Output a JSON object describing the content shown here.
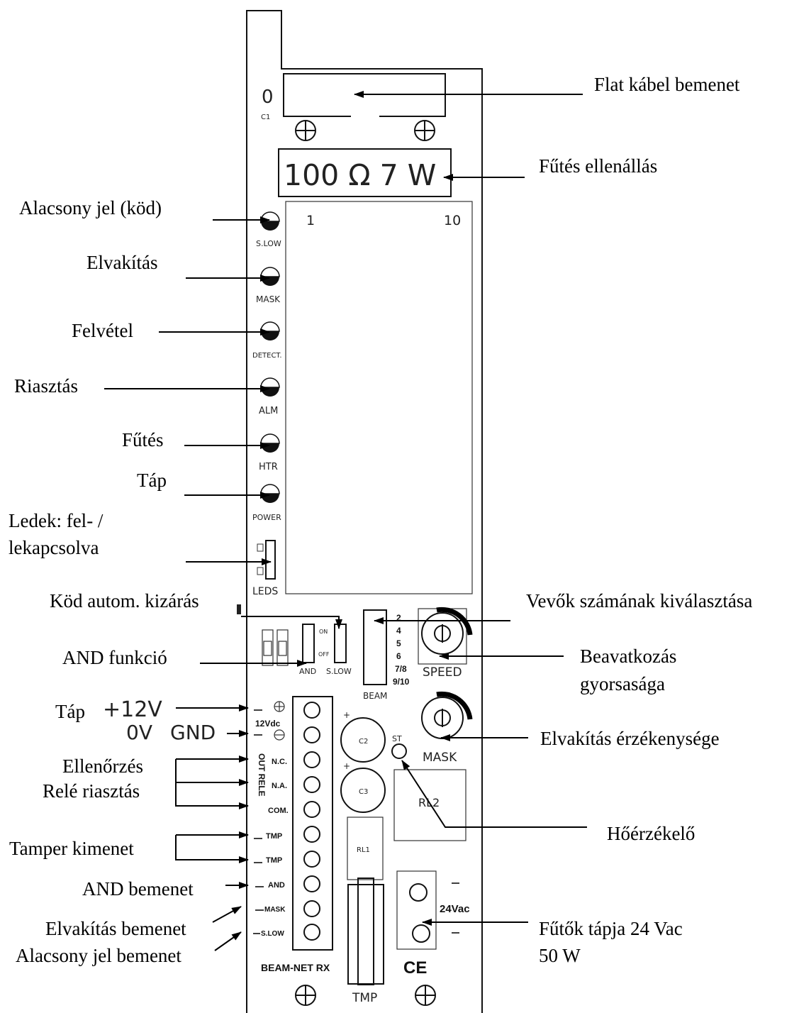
{
  "callouts": {
    "flat_cable": "Flat kábel bemenet",
    "heater_resistor": "Fűtés ellenállás",
    "slow_signal": "Alacsony jel (köd)",
    "masking": "Elvakítás",
    "detect": "Felvétel",
    "alarm": "Riasztás",
    "heating": "Fűtés",
    "power": "Táp",
    "leds_line1": "Ledek: fel- /",
    "leds_line2": "lekapcsolva",
    "fog_exclusion": "Köd autom. kizárás",
    "and_function": "AND funkció",
    "receiver_count": "Vevők számának kiválasztása",
    "speed_line1": "Beavatkozás",
    "speed_line2": "gyorsasága",
    "mask_sensitivity": "Elvakítás érzékenysége",
    "power_supply": "Táp",
    "check": "Ellenőrzés",
    "relay_alarm": "Relé riasztás",
    "temp_sensor": "Hőérzékelő",
    "tamper_out": "Tamper kimenet",
    "and_input": "AND bemenet",
    "mask_input": "Elvakítás bemenet",
    "slow_input": "Alacsony jel bemenet",
    "heater_supply_line1": "Fűtők tápja 24 Vac",
    "heater_supply_line2": "50 W"
  },
  "power_labels": {
    "plus12": "+12V",
    "zero_v": "0V",
    "gnd": "GND"
  },
  "board": {
    "resistor_value": "100 Ω  7 W",
    "c1": "C1",
    "c1_mark": "0",
    "display_left": "1",
    "display_right": "10",
    "led_slow": "S.LOW",
    "led_mask": "MASK",
    "led_detect": "DETECT.",
    "led_alm": "ALM",
    "led_htr": "HTR",
    "led_power": "POWER",
    "led_leds": "LEDS",
    "dip_on": "ON",
    "dip_off": "OFF",
    "and_label": "AND",
    "slow_label": "S.LOW",
    "beam_label": "BEAM",
    "beam_options": [
      "2",
      "4",
      "5",
      "6",
      "7/8",
      "9/10"
    ],
    "speed_label": "SPEED",
    "mask_pot_label": "MASK",
    "v12dc": "12Vdc",
    "out_rele": "OUT RELE",
    "term_nc": "N.C.",
    "term_na": "N.A.",
    "term_com": "COM.",
    "term_tmp1": "TMP",
    "term_tmp2": "TMP",
    "term_and": "AND",
    "term_mask": "MASK",
    "term_slow": "S.LOW",
    "c2": "C2",
    "c3": "C3",
    "st": "ST",
    "rl1": "RL1",
    "rl2": "RL2",
    "v24ac": "24Vac",
    "model": "BEAM-NET RX",
    "ce": "CE",
    "tmp_label": "TMP"
  }
}
